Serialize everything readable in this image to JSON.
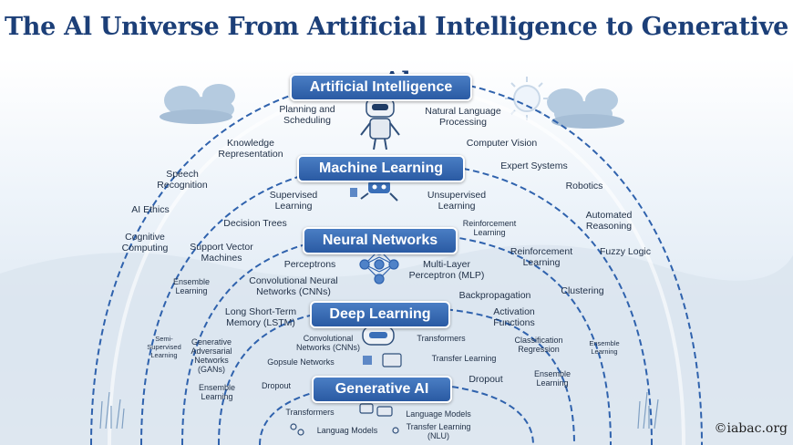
{
  "title": "The Al Universe From Artificial Intelligence to Generative Al",
  "credit": "©iabac.org",
  "layers": {
    "ai": "Artificial Intelligence",
    "ml": "Machine Learning",
    "nn": "Neural Networks",
    "dl": "Deep Learning",
    "gen": "Generative AI"
  },
  "ai_items": {
    "planning": "Planning and\nScheduling",
    "nlp": "Natural Language\nProcessing",
    "knowledge": "Knowledge\nRepresentation",
    "cv": "Computer Vision",
    "speech": "Speech\nRecognition",
    "expert": "Expert Systems",
    "ethics": "AI Ethics",
    "robotics": "Robotics",
    "cognitive": "Cognitive\nComputing",
    "reasoning": "Automated\nReasoning",
    "fuzzy": "Fuzzy Logic"
  },
  "ml_items": {
    "supervised": "Supervised\nLearning",
    "unsupervised": "Unsupervised\nLearning",
    "decision": "Decision Trees",
    "reinf_small": "Reinforcement\nLearning",
    "svm": "Support Vector\nMachines",
    "reinf": "Reinforcement\nLearning",
    "ensemble": "Ensemble\nLearning",
    "clustering": "Clustering",
    "semi": "Semi-\nSupervised\nLearning",
    "ensemble_r": "Ensemble\nLearning"
  },
  "nn_items": {
    "perceptrons": "Perceptrons",
    "mlp": "Multi-Layer\nPerceptron (MLP)",
    "cnn": "Convolutional Neural\nNetworks (CNNs)",
    "backprop": "Backpropagation",
    "lstm": "Long Short-Term\nMemory (LSTM)",
    "activation": "Activation\nFunctions",
    "gan": "Generative\nAdversarial\nNetworks\n(GANs)",
    "classification": "Classification\nRegression",
    "ensemble_l": "Ensemble\nLearning",
    "ensemble_r": "Ensemble\nLearning"
  },
  "dl_items": {
    "cnn": "Convolutional\nNetworks (CNNs)",
    "transformers": "Transformers",
    "capsule": "Gopsule Networks",
    "transfer": "Transfer Learning",
    "dropout_l": "Dropout",
    "dropout_r": "Dropout"
  },
  "gen_items": {
    "transformers": "Transformers",
    "language": "Language Models",
    "languag": "Languag Models",
    "transfer": "Transfer Learning\n(NLU)"
  },
  "colors": {
    "banner": "#2f62ad",
    "ring": "#2f62ad",
    "title": "#1c3f78"
  }
}
